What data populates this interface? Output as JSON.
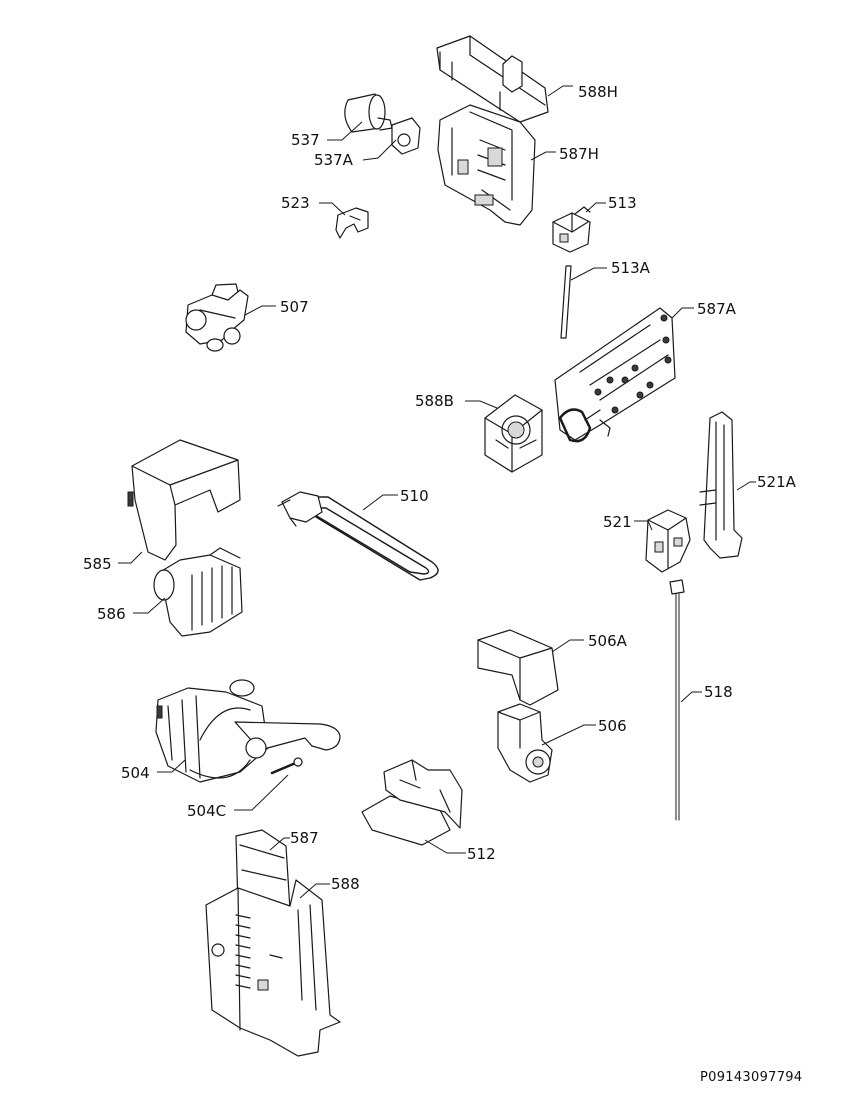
{
  "diagram": {
    "parts": [
      {
        "id": "588H",
        "label": "588H"
      },
      {
        "id": "537",
        "label": "537"
      },
      {
        "id": "537A",
        "label": "537A"
      },
      {
        "id": "587H",
        "label": "587H"
      },
      {
        "id": "523",
        "label": "523"
      },
      {
        "id": "513",
        "label": "513"
      },
      {
        "id": "513A",
        "label": "513A"
      },
      {
        "id": "507",
        "label": "507"
      },
      {
        "id": "587A",
        "label": "587A"
      },
      {
        "id": "588B",
        "label": "588B"
      },
      {
        "id": "510",
        "label": "510"
      },
      {
        "id": "521A",
        "label": "521A"
      },
      {
        "id": "521",
        "label": "521"
      },
      {
        "id": "585",
        "label": "585"
      },
      {
        "id": "586",
        "label": "586"
      },
      {
        "id": "506A",
        "label": "506A"
      },
      {
        "id": "518",
        "label": "518"
      },
      {
        "id": "506",
        "label": "506"
      },
      {
        "id": "504",
        "label": "504"
      },
      {
        "id": "504C",
        "label": "504C"
      },
      {
        "id": "587",
        "label": "587"
      },
      {
        "id": "588",
        "label": "588"
      },
      {
        "id": "512",
        "label": "512"
      }
    ],
    "document_id": "P09143097794"
  }
}
